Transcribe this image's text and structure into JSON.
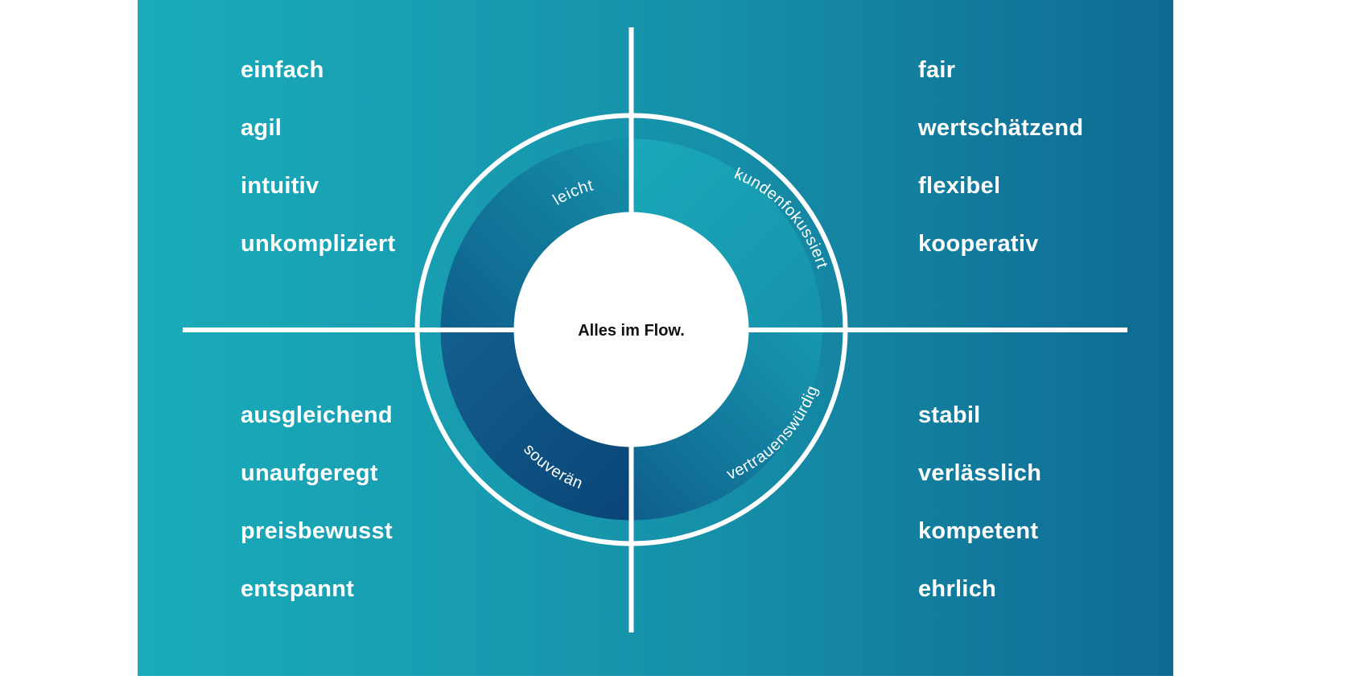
{
  "center": {
    "label": "Alles im Flow."
  },
  "quadrants": {
    "top_left": {
      "segment_label": "leicht",
      "words": [
        "einfach",
        "agil",
        "intuitiv",
        "unkompliziert"
      ]
    },
    "top_right": {
      "segment_label": "kundenfokussiert",
      "words": [
        "fair",
        "wertschätzend",
        "flexibel",
        "kooperativ"
      ]
    },
    "bottom_left": {
      "segment_label": "souverän",
      "words": [
        "ausgleichend",
        "unaufgeregt",
        "preisbewusst",
        "entspannt"
      ]
    },
    "bottom_right": {
      "segment_label": "vertrauenswürdig",
      "words": [
        "stabil",
        "verlässlich",
        "kompetent",
        "ehrlich"
      ]
    }
  },
  "colors": {
    "background_start": "#1aacbb",
    "background_end": "#0f6a93",
    "segment_dark": "#0c4a7a",
    "segment_light": "#1aa6b8",
    "lines": "#ffffff",
    "center_fill": "#ffffff"
  }
}
